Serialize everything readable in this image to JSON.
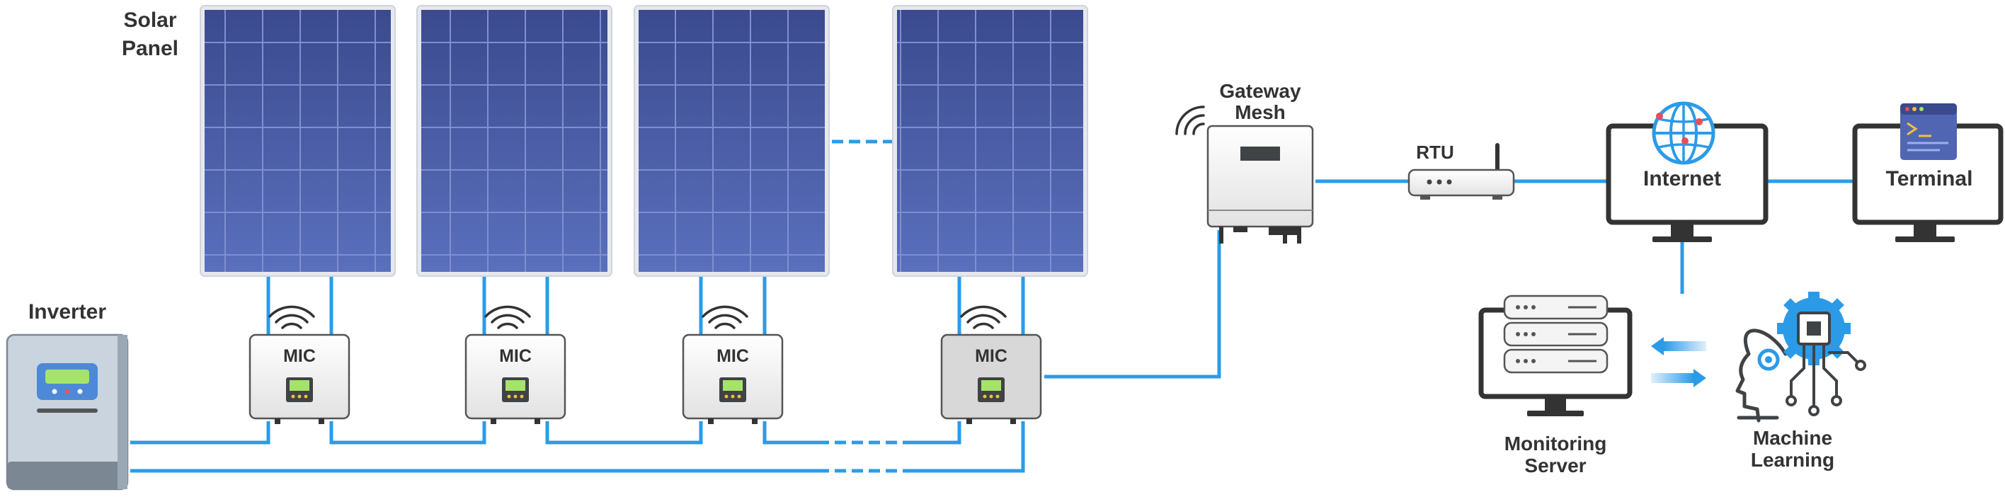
{
  "labels": {
    "solar_panel_line1": "Solar",
    "solar_panel_line2": "Panel",
    "inverter": "Inverter",
    "mic": "MIC",
    "gateway_line1": "Gateway",
    "gateway_line2": "Mesh",
    "rtu": "RTU",
    "internet": "Internet",
    "terminal": "Terminal",
    "monitoring_line1": "Monitoring",
    "monitoring_line2": "Server",
    "ml_line1": "Machine",
    "ml_line2": "Learning"
  },
  "colors": {
    "connection_line": "#2b9be8",
    "panel_top": "#3b4a8e",
    "panel_bottom": "#5a70bd",
    "panel_grid": "#7f8fcf",
    "text": "#333333",
    "device_body": "#f3f3f3",
    "device_dark": "#3f4346",
    "inverter_body": "#c9d4de",
    "inverter_screen": "#4d89d6",
    "screen_green": "#a6e36b",
    "globe_blue": "#2b9be8"
  },
  "icons": [
    "wifi-icon",
    "router-icon",
    "globe-icon",
    "terminal-icon",
    "server-icon",
    "ai-head-icon",
    "chip-gear-icon",
    "arrows-icon"
  ]
}
